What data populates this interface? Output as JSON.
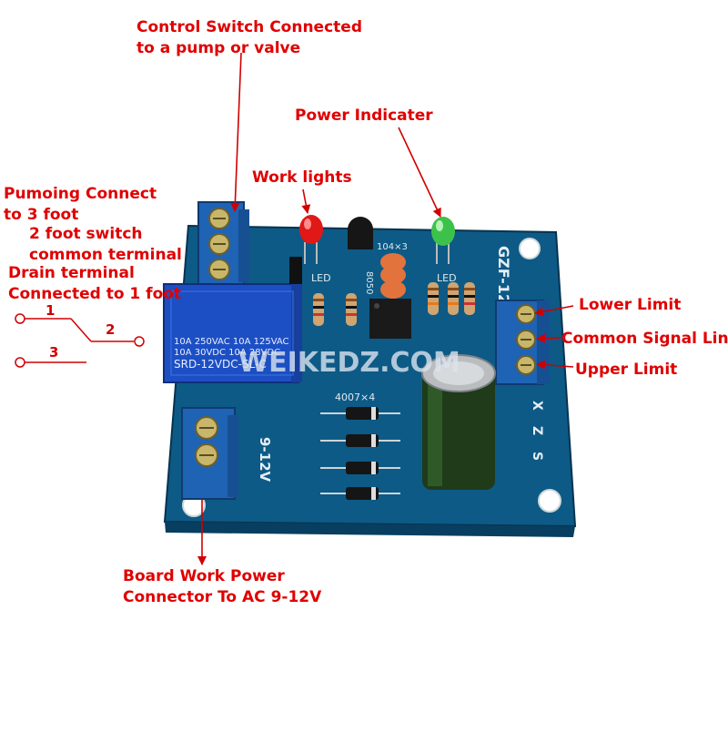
{
  "board": {
    "model": "GZF-12",
    "relay_lines": [
      "10A 250VAC   10A 125VAC",
      "10A  30VDC   10A  28VDC",
      "SRD-12VDC-SL-C"
    ],
    "transistor": "8050",
    "cap_mark": "104×3",
    "diode_mark": "4007×4",
    "led_label": "LED",
    "power_label": "9-12V",
    "side_letters": [
      "X",
      "Z",
      "S"
    ],
    "watermark": "WEIKEDZ.COM",
    "colors": {
      "pcb": "#0d5a86",
      "terminal": "#1f63b5",
      "relay": "#1d4fc4",
      "label": "#e00000"
    }
  },
  "labels": {
    "control": "Control Switch Connected\nto a pump or valve",
    "power_ind": "Power Indicater",
    "work_lights": "Work lights",
    "pumping": "Pumoing Connect\nto 3 foot",
    "common": "2 foot switch\ncommon terminal",
    "drain": "Drain terminal\nConnected to 1 foot",
    "lower": "Lower Limit",
    "signal": "Common Signal Line",
    "upper": "Upper Limit",
    "board_power": "Board Work Power\nConnector To AC 9-12V"
  },
  "switch": {
    "pins": [
      "1",
      "2",
      "3"
    ]
  }
}
